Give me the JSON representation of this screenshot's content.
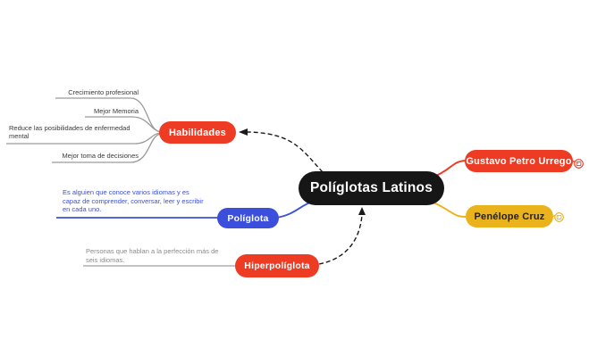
{
  "app": {
    "type": "mind-map-canvas"
  },
  "colors": {
    "red": "#ee3b23",
    "blue": "#3b4fdc",
    "yellow": "#eab21b",
    "node_black": "#161616",
    "gray_line": "#9a9a9a",
    "gray_text": "#8a8a8a",
    "leaf_text": "#3a3a3a"
  },
  "root": {
    "label": "Políglotas Latinos"
  },
  "habilidades": {
    "label": "Habilidades",
    "children": [
      {
        "label": "Crecimiento profesional"
      },
      {
        "label": "Mejor Memoria"
      },
      {
        "label": "Reduce las posibilidades de enfermedad mental"
      },
      {
        "label": "Mejor toma de decisiones"
      }
    ]
  },
  "poliglota": {
    "label": "Políglota",
    "description": "Es alguien que conoce varios idiomas y es capaz de comprender, conversar, leer y escribir en cada uno."
  },
  "hiperpoliglota": {
    "label": "Hiperpolíglota",
    "description": "Personas que hablan a la perfección más de seis idiomas."
  },
  "people": [
    {
      "label": "Gustavo Petro Urrego",
      "icon": "image-attachment-icon"
    },
    {
      "label": "Penélope Cruz",
      "icon": "image-attachment-icon"
    }
  ]
}
